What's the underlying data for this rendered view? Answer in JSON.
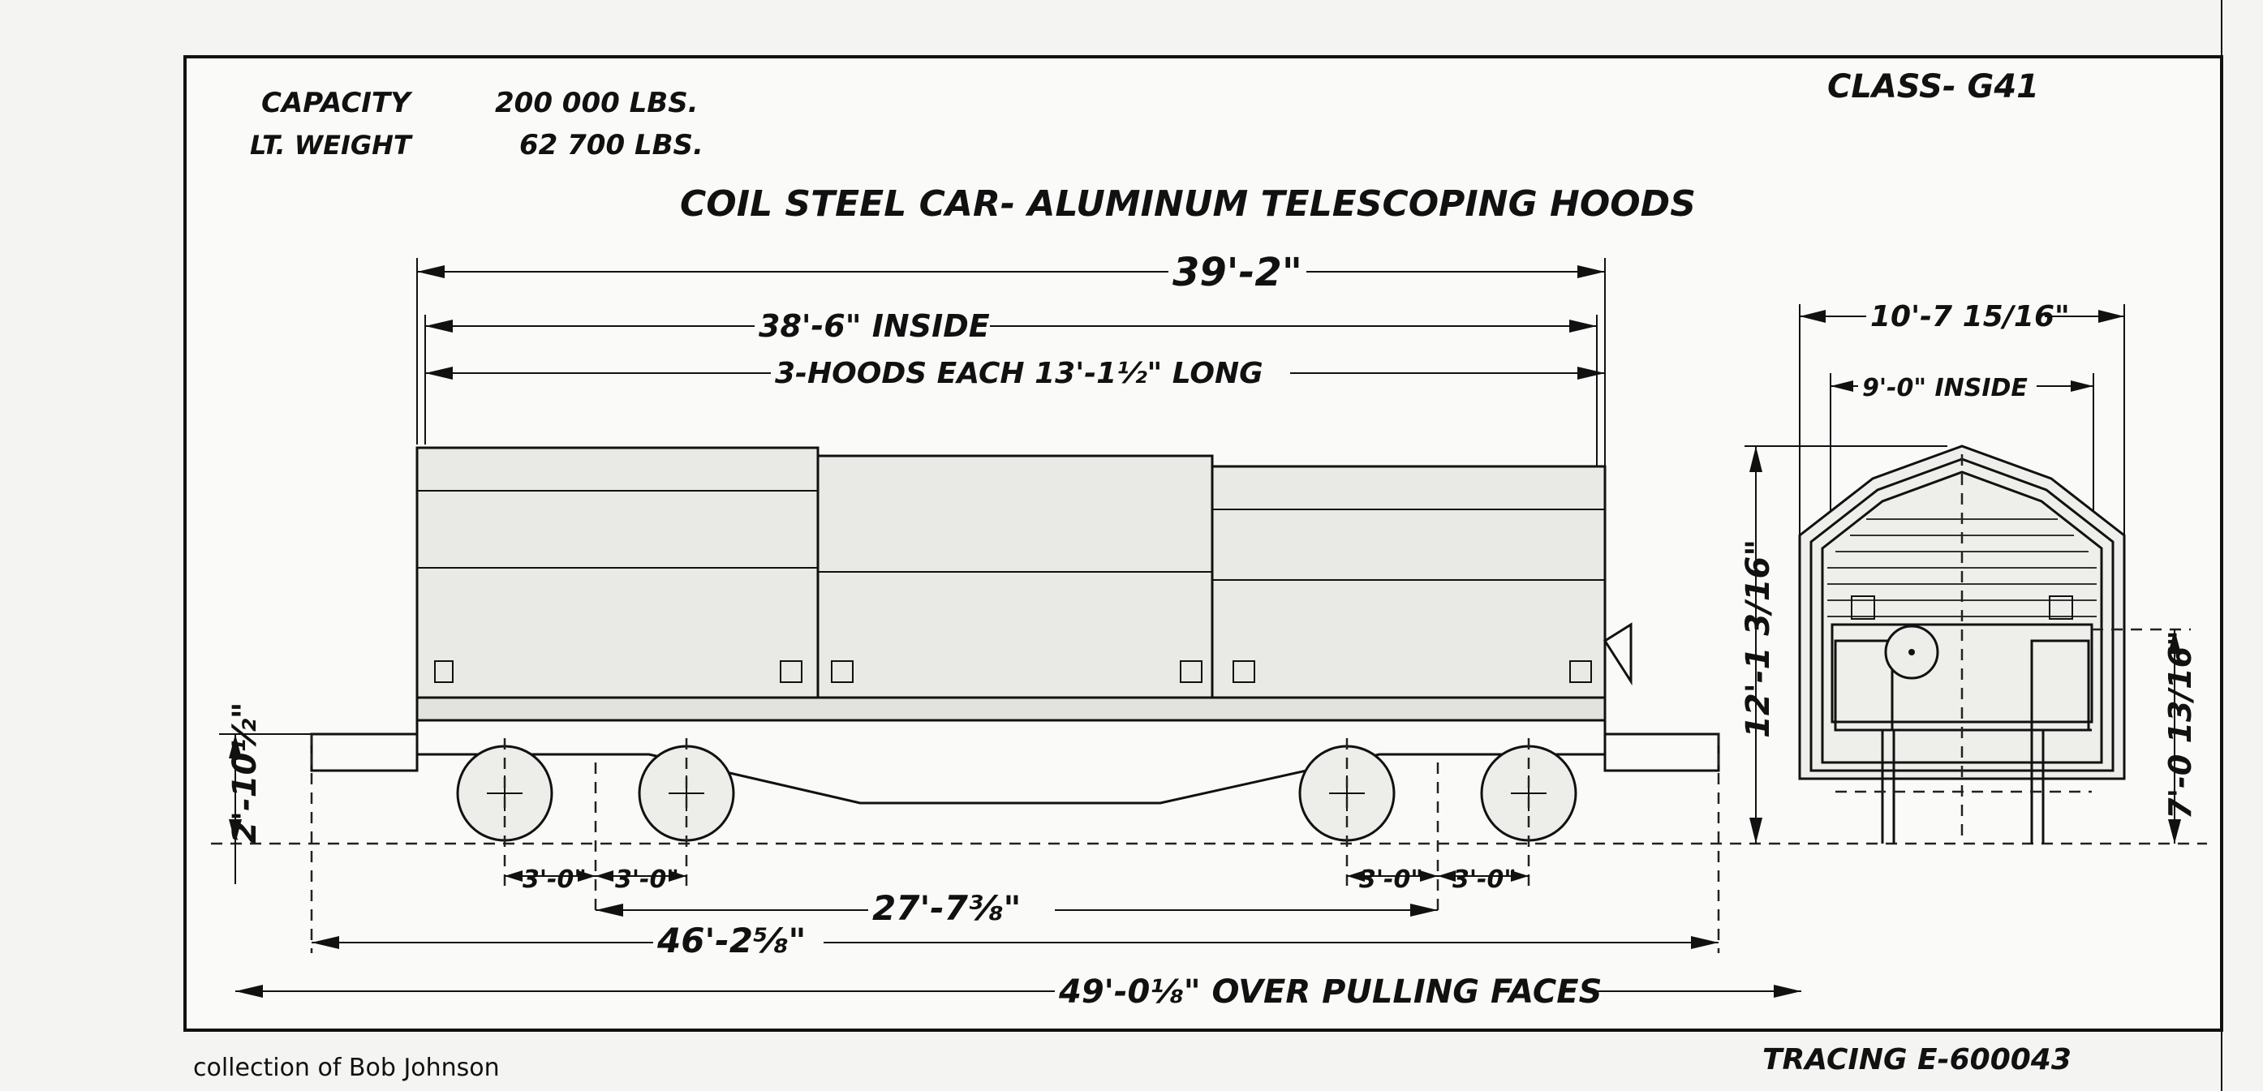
{
  "header": {
    "capacity_label": "CAPACITY",
    "capacity_value": "200 000 LBS.",
    "weight_label": "LT. WEIGHT",
    "weight_value": "62 700 LBS.",
    "class_label": "CLASS- G41",
    "title": "COIL STEEL CAR- ALUMINUM TELESCOPING HOODS"
  },
  "side_view": {
    "dim_overall_top": "39'-2\"",
    "dim_inside": "38'-6\" INSIDE",
    "dim_hoods": "3-HOODS EACH 13'-1½\" LONG",
    "dim_height_side": "2'-10½\"",
    "dim_truck_a1": "3'-0\"",
    "dim_truck_a2": "3'-0\"",
    "dim_truck_b1": "3'-0\"",
    "dim_truck_b2": "3'-0\"",
    "dim_truck_centers": "27'-7⅜\"",
    "dim_coupler_length": "46'-2⅝\"",
    "dim_over_pulling_faces": "49'-0⅛\" OVER PULLING FACES"
  },
  "end_view": {
    "dim_width_outside": "10'-7 15/16\"",
    "dim_width_inside": "9'-0\" INSIDE",
    "dim_height": "12'-1 3/16\"",
    "dim_deck_height": "7'-0 13/16\""
  },
  "footer": {
    "credit": "collection of Bob Johnson",
    "tracing": "TRACING E-600043"
  }
}
